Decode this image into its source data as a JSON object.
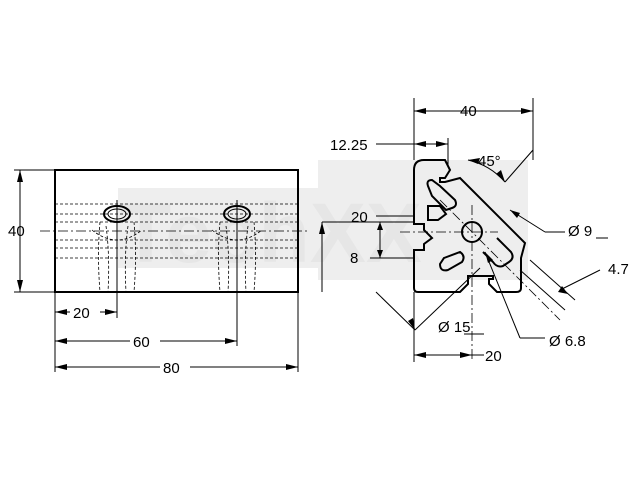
{
  "watermark": {
    "text": "TechXX"
  },
  "side_view": {
    "height_label": "40",
    "hole_spacing_first_label": "20",
    "hole_spacing_second_label": "60",
    "overall_length_label": "80"
  },
  "profile_view": {
    "width_label": "40",
    "offset_label": "12.25",
    "angle_label": "45°",
    "slot_offset_label": "20",
    "slot_width_label": "8",
    "diameter_9_label": "Ø 9",
    "thickness_label": "4.7",
    "diameter_15_label": "Ø 15",
    "diameter_6_8_label": "Ø 6.8",
    "bottom_offset_label": "20"
  },
  "colors": {
    "line": "#000000",
    "watermark": "#e6e6e6"
  }
}
